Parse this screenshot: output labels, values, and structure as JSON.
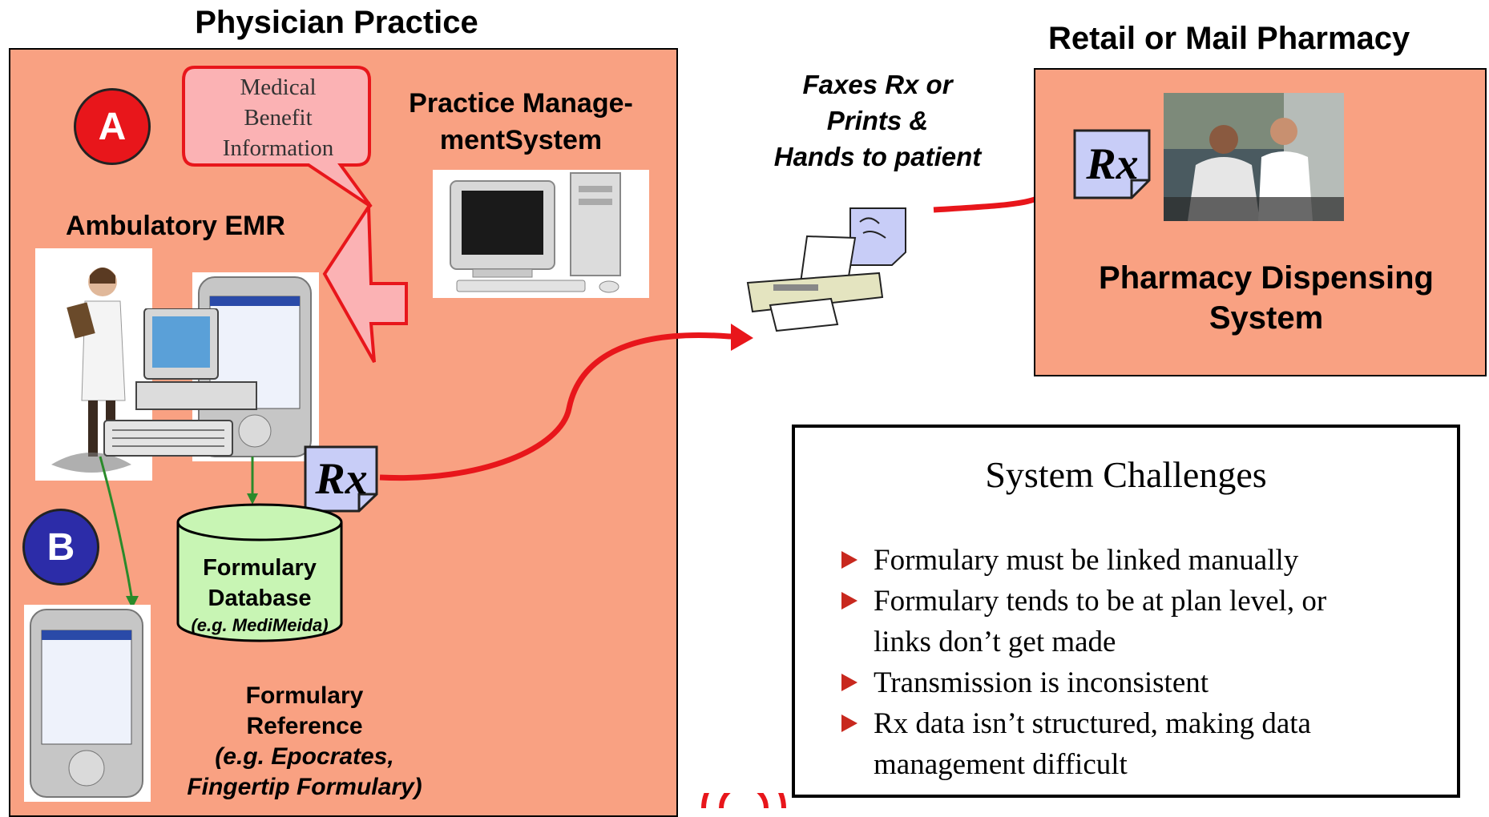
{
  "physician": {
    "title": "Physician Practice",
    "badge_a": "A",
    "badge_b": "B",
    "callout": [
      "Medical",
      "Benefit",
      "Information"
    ],
    "pms_label": [
      "Practice Manage-",
      "mentSystem"
    ],
    "emr_label": "Ambulatory EMR",
    "rx_label": "Rx",
    "formulary_db": [
      "Formulary",
      "Database",
      "(e.g. MediMeida)"
    ],
    "formulary_ref": [
      "Formulary",
      "Reference",
      "(e.g. Epocrates,",
      "Fingertip Formulary)"
    ]
  },
  "transfer": {
    "label": [
      "Faxes Rx or",
      "Prints &",
      "Hands to patient"
    ]
  },
  "pharmacy": {
    "title": "Retail or Mail Pharmacy",
    "rx_label": "Rx",
    "system_label": [
      "Pharmacy Dispensing",
      "System"
    ]
  },
  "challenges": {
    "title": "System Challenges",
    "items": [
      [
        "Formulary must be linked manually"
      ],
      [
        "Formulary tends to be at plan level, or",
        "links don’t get made"
      ],
      [
        "Transmission is inconsistent"
      ],
      [
        "Rx data isn’t structured, making data",
        "management difficult"
      ]
    ]
  },
  "colors": {
    "panel_fill": "#f9a182",
    "badge_a": "#e8161b",
    "badge_b": "#2c2ca8",
    "arrow_red": "#e8161b",
    "cylinder_fill": "#c8f5b4",
    "bullet_arrow": "#c8281e"
  }
}
